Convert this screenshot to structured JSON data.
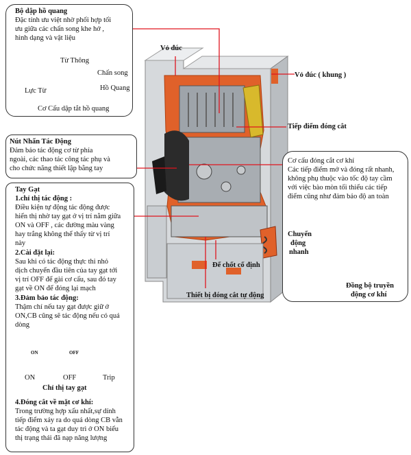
{
  "arc_box": {
    "title": "Bộ dập hồ quang",
    "desc": [
      "Đặc tính ưu việt nhờ phối hợp tối",
      "ưu giữa các chấn song khe hở ,",
      "hình dạng và vật liệu"
    ],
    "label_flux": "Từ Thông",
    "label_grid": "Chấn song",
    "label_force": "Lực Từ",
    "label_arc": "Hồ Quang",
    "caption": "Cơ Cấu dập tắt hồ quang"
  },
  "push_box": {
    "title": "Nút Nhấn Tác Động",
    "desc": [
      "Đảm bảo tác động cơ từ phía",
      "ngoài, các thao tác công tác phụ và",
      "cho chức năng thiết lập bằng tay"
    ]
  },
  "handle_box": {
    "title": "Tay Gạt",
    "s1_title": "1.chỉ thị tác động :",
    "s1_desc": [
      "Điều kiện tự động tác động được",
      "hiển thị nhờ tay gạt ở vị trí nằm giữa",
      "ON và OFF , các đường màu vàng",
      "hay trắng không thể thấy từ vị trí",
      "này"
    ],
    "s2_title": "2.Cài đặt lại:",
    "s2_desc": [
      "Sau khi có tác động thực thi nhỏ",
      "dịch chuyển đầu tiên của tay gạt tới",
      "vị trí OFF để gài cơ cấu, sau đó tay",
      "gạt về ON để đóng lại mạch"
    ],
    "s3_title": "3.Đảm bảo tác động:",
    "s3_desc": [
      "Thậm chí nếu tay gạt được giữ ở",
      "ON,CB cũng sẽ tác động nếu có quá",
      "dòng"
    ],
    "positions": [
      "ON",
      "OFF",
      "Trip"
    ],
    "switch_marks": {
      "on": "ON",
      "off": "OFF"
    },
    "caption": "Chỉ thị tay gạt",
    "s4_title": "4.Đóng cắt về mặt cơ khí:",
    "s4_desc": [
      "Trong trường hợp xấu nhất,sự dính",
      "tiếp điểm xảy ra do quá dòng CB vẫn",
      "tác động và ta gạt duy trì ở ON biểu",
      "thị trạng thái đã nạp năng lượng"
    ]
  },
  "mech_box": {
    "title": "Cơ cấu đóng cắt cơ khí",
    "desc": [
      "Các tiếp điểm mở và đóng rất nhanh,",
      "không phụ thuộc vào tốc độ tay cầm",
      "với việc bào mòn tối thiểu các tiếp",
      "điểm cũng như đảm bảo độ an toàn"
    ],
    "label_fast": [
      "Chuyển",
      "động",
      "nhanh"
    ],
    "label_sync": [
      "Đồng bộ truyền",
      "động cơ khí"
    ]
  },
  "callouts": {
    "molded_case": "Vỏ đúc",
    "molded_frame": "Vỏ đúc ( khung )",
    "contact": "Tiếp điểm đóng cắt",
    "latch": "Để chốt cố định",
    "auto_device": "Thiết bị đóng cắt tự động"
  },
  "colors": {
    "leader": "#e0141e",
    "breaker_body": "#cfd3d6",
    "cutaway": "#e0612a",
    "contact": "#d8b92c"
  }
}
